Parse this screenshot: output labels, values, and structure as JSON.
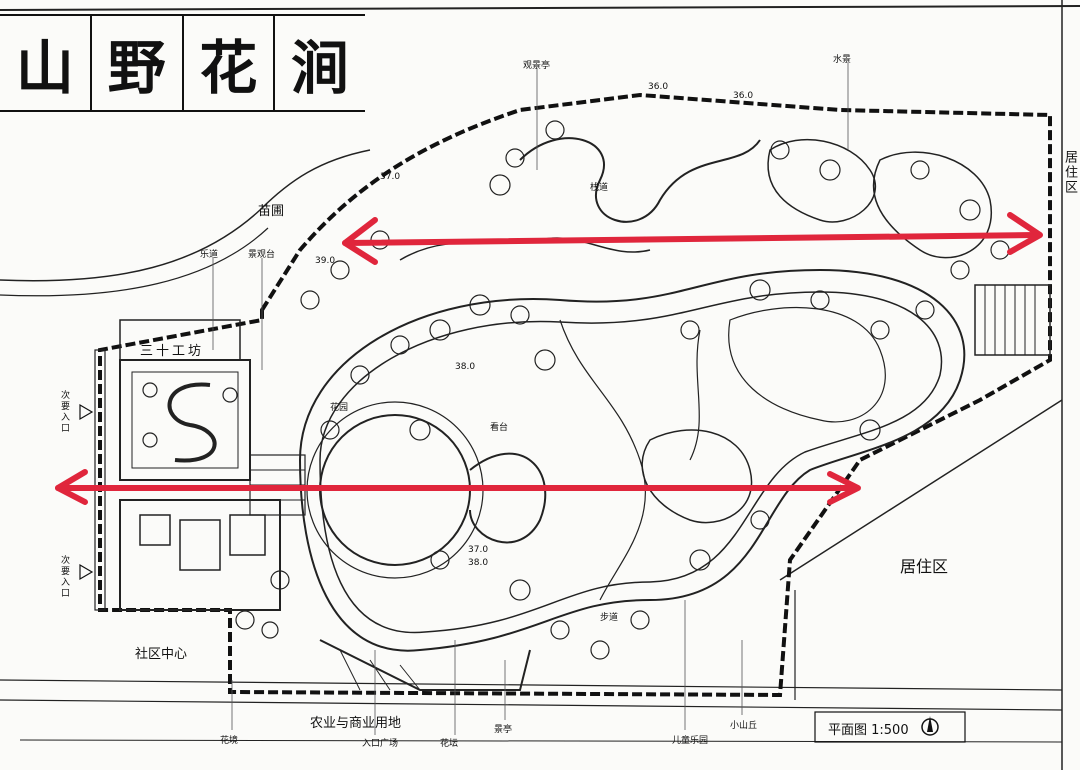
{
  "title": {
    "chars": [
      "山",
      "野",
      "花",
      "涧"
    ]
  },
  "labels": {
    "nursery": "苗圃",
    "workshop": "三十工坊",
    "residential_right": "居住区",
    "residential_side": "居住区",
    "entrance_1": "次要入口",
    "entrance_2": "次要入口",
    "community_center": "社区中心",
    "agri_commercial": "农业与商业用地",
    "scale": "平面图 1:500"
  },
  "elevations": {
    "e1": "36.0",
    "e2": "36.0",
    "e3": "37.0",
    "e4": "39.0",
    "e5": "38.0",
    "e6": "37.0",
    "e7": "38.0"
  },
  "callouts": [
    "乐道",
    "景观台",
    "观景亭",
    "水景",
    "花境",
    "入口广场",
    "花坛",
    "景亭",
    "儿童乐园",
    "小山丘",
    "花园",
    "栈道",
    "看台",
    "步道"
  ],
  "arrows": {
    "color": "#e0263c",
    "top": "double-headed",
    "bottom": "double-headed"
  }
}
